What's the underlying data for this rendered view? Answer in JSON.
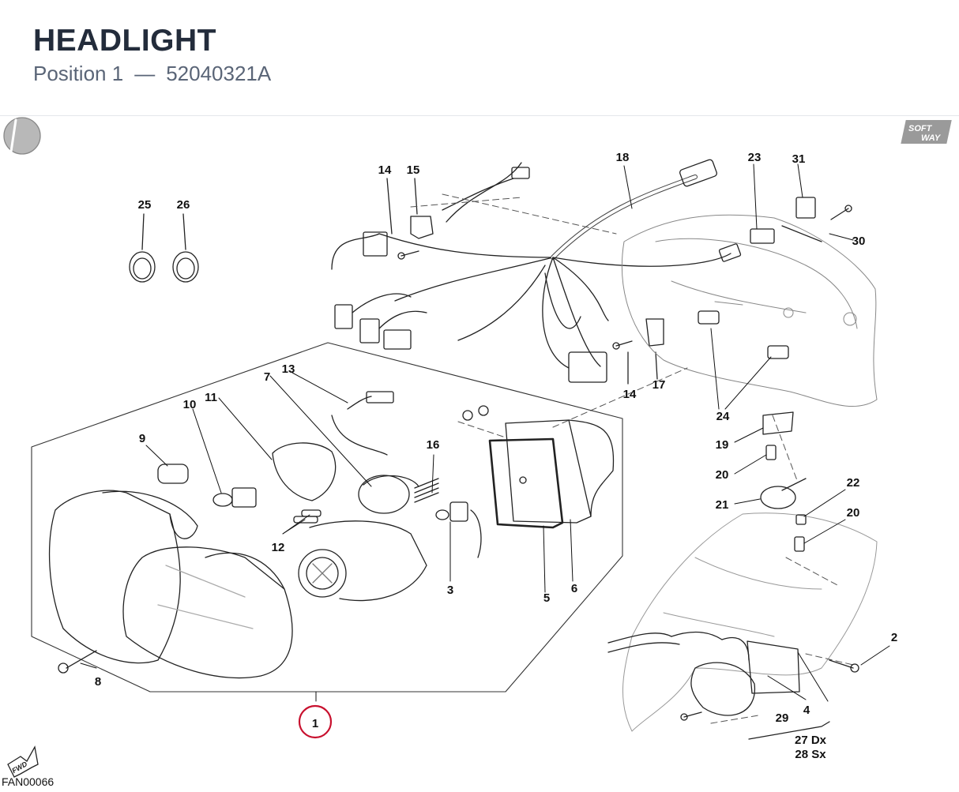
{
  "header": {
    "title": "HEADLIGHT",
    "position": "Position 1",
    "dash": "—",
    "part_number": "52040321A"
  },
  "diagram": {
    "drawing_code": "FAN00066",
    "brand_mark": [
      "SOFT",
      "WAY"
    ],
    "fwd_label": "FWD",
    "callouts": {
      "c1": "1",
      "c2": "2",
      "c3": "3",
      "c4": "4",
      "c5": "5",
      "c6": "6",
      "c7": "7",
      "c8": "8",
      "c9": "9",
      "c10": "10",
      "c11": "11",
      "c12": "12",
      "c13": "13",
      "c14a": "14",
      "c14b": "14",
      "c15": "15",
      "c16": "16",
      "c17": "17",
      "c18": "18",
      "c19": "19",
      "c20a": "20",
      "c20b": "20",
      "c21": "21",
      "c22": "22",
      "c23": "23",
      "c24": "24",
      "c25": "25",
      "c26": "26",
      "c27": "27 Dx",
      "c28": "28 Sx",
      "c29": "29",
      "c30": "30",
      "c31": "31"
    },
    "highlight_color": "#c8102e"
  }
}
